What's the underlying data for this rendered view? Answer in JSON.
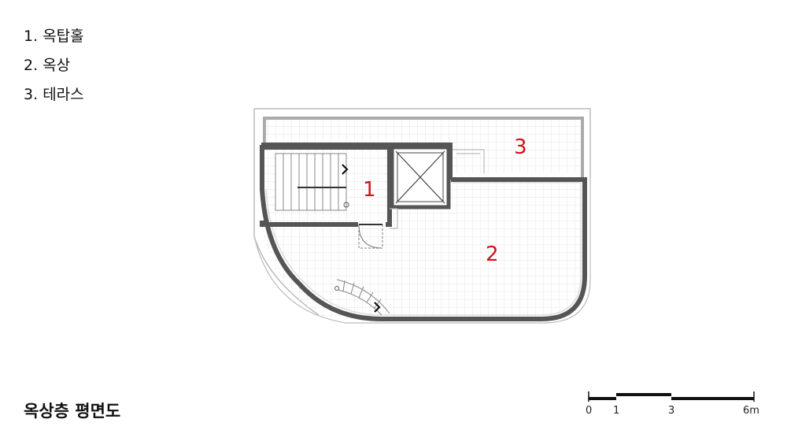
{
  "legend": {
    "items": [
      {
        "num": "1.",
        "label": "옥탑홀"
      },
      {
        "num": "2.",
        "label": "옥상"
      },
      {
        "num": "3.",
        "label": "테라스"
      }
    ]
  },
  "plan": {
    "room_labels": [
      "1",
      "2",
      "3"
    ],
    "label_color": "#d0121b",
    "wall_color": "#555555",
    "grid_color": "#e6e6e6"
  },
  "title": "옥상층 평면도",
  "scale_bar": {
    "ticks": [
      "0",
      "1",
      "3",
      "6m"
    ]
  }
}
